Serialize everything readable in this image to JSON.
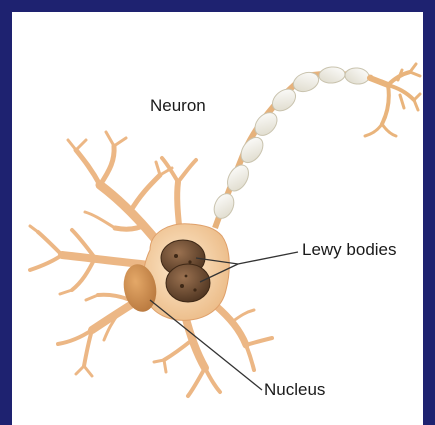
{
  "diagram": {
    "title": "Neuron",
    "labels": {
      "lewy": "Lewy bodies",
      "nucleus": "Nucleus"
    }
  },
  "colors": {
    "frame": "#1e2270",
    "cell_body": "#f0c9a0",
    "cell_outline": "#d89a5c",
    "dendrite": "#ecb785",
    "nucleus": "#c98a4e",
    "lewy_body": "#6b4a2f",
    "myelin": "#f1efe6"
  }
}
